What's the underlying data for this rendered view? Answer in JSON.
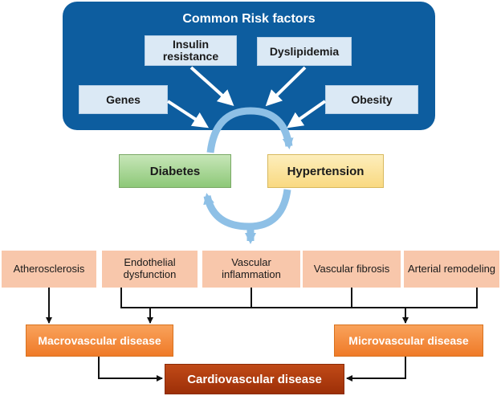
{
  "risk_panel": {
    "title": "Common Risk factors"
  },
  "factors": {
    "insulin": "Insulin resistance",
    "dyslipidemia": "Dyslipidemia",
    "genes": "Genes",
    "obesity": "Obesity"
  },
  "conditions": {
    "diabetes": "Diabetes",
    "hypertension": "Hypertension"
  },
  "mechanisms": {
    "atherosclerosis": "Atherosclerosis",
    "endothelial": "Endothelial dysfunction",
    "inflammation": "Vascular inflammation",
    "fibrosis": "Vascular fibrosis",
    "remodeling": "Arterial remodeling"
  },
  "outcomes": {
    "macro": "Macrovascular disease",
    "micro": "Microvascular disease",
    "cardio": "Cardiovascular disease"
  },
  "colors": {
    "panel": "#0d5d9f",
    "factor_box": "#dbe9f5",
    "diabetes": "#a6d48e",
    "hypertension": "#fbe39a",
    "mechanism": "#f8c7ab",
    "disease": "#f08a3a",
    "cardio": "#a83409",
    "arrow": "#8ec0e6"
  }
}
